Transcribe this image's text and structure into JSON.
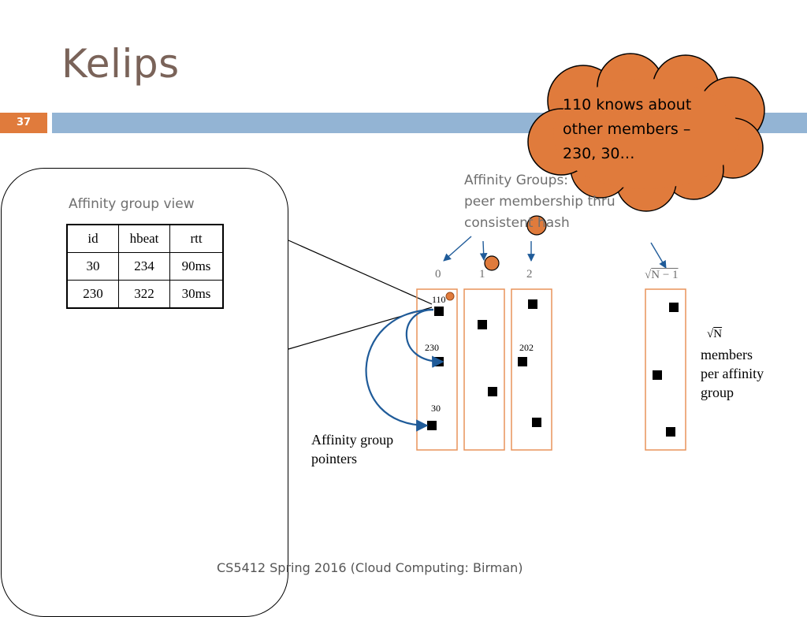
{
  "title": "Kelips",
  "slide_number": "37",
  "callout": {
    "lines": [
      "110 knows about",
      "other members –",
      "230, 30…"
    ]
  },
  "affinity_group_view": {
    "label": "Affinity group view",
    "headers": [
      "id",
      "hbeat",
      "rtt"
    ],
    "rows": [
      [
        "30",
        "234",
        "90ms"
      ],
      [
        "230",
        "322",
        "30ms"
      ]
    ]
  },
  "affinity_groups_text": {
    "lines": [
      "Affinity Groups:",
      "peer membership thru",
      "consistent hash"
    ]
  },
  "columns": {
    "labels": [
      "0",
      "1",
      "2"
    ],
    "last_label": "N − 1",
    "sqrt_symbol": "√"
  },
  "node_labels": {
    "n110": "110",
    "n230": "230",
    "n202": "202",
    "n30": "30"
  },
  "pointers_label": {
    "line1": "Affinity group",
    "line2": "pointers"
  },
  "members_label": {
    "sqrt_symbol": "√",
    "n": "N",
    "line1": "members",
    "line2": "per affinity",
    "line3": "group"
  },
  "footer": "CS5412 Spring 2016 (Cloud Computing: Birman)",
  "colors": {
    "title": "#7a6359",
    "accent_orange": "#e07b3c",
    "title_bar": "#93b4d4",
    "arrow_blue": "#1f5b99",
    "column_border": "#e8935a"
  }
}
